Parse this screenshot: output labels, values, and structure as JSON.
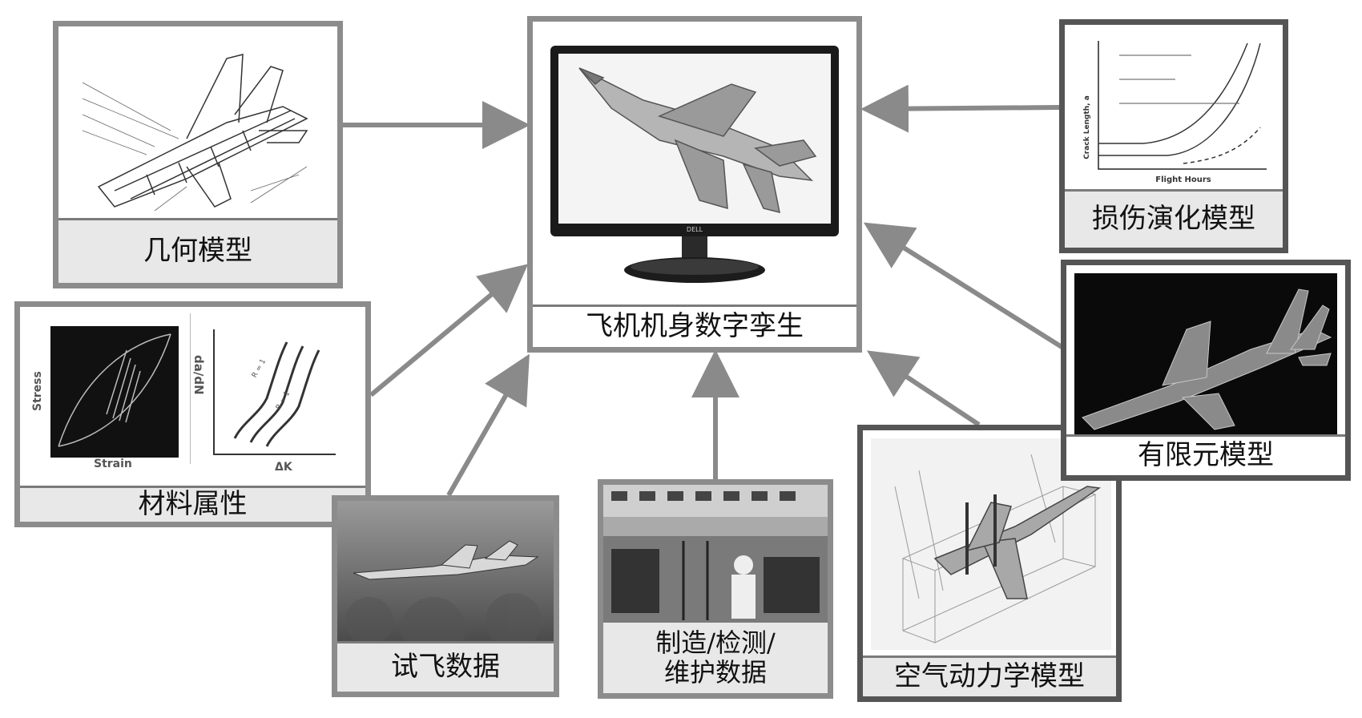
{
  "center": {
    "label": "飞机机身数字孪生",
    "monitor_brand": "DELL"
  },
  "nodes": {
    "geometry": {
      "label": "几何模型"
    },
    "material": {
      "label": "材料属性",
      "stress": "Stress",
      "strain": "Strain",
      "dadn": "da/dN",
      "dk": "ΔK",
      "r1": "R = 1",
      "r2": "R = 1"
    },
    "flight_test": {
      "label": "试飞数据"
    },
    "manufacturing": {
      "label": "制造/检测/\n维护数据"
    },
    "aero": {
      "label": "空气动力学模型"
    },
    "fem": {
      "label": "有限元模型"
    },
    "damage": {
      "label": "损伤演化模型",
      "xlabel": "Flight Hours",
      "ylabel": "Crack Length, a"
    }
  },
  "colors": {
    "arrow": "#8a8a8a",
    "border": "#8c8c8c",
    "dark_border": "#555555"
  }
}
